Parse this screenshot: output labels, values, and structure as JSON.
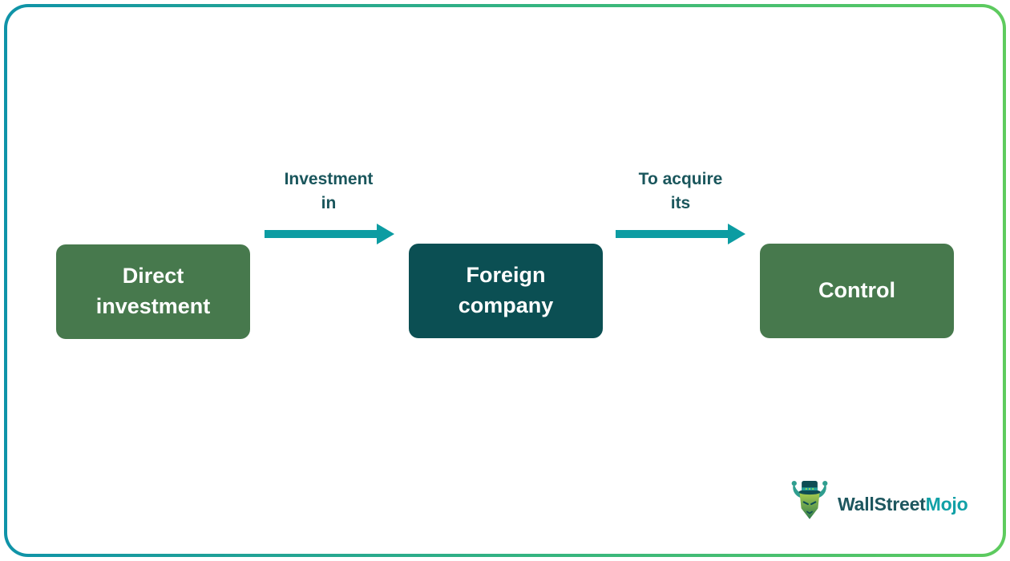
{
  "diagram": {
    "nodes": [
      {
        "id": "direct-investment",
        "label": "Direct investment",
        "fill": "#47794d"
      },
      {
        "id": "foreign-company",
        "label": "Foreign company",
        "fill": "#0b4f53"
      },
      {
        "id": "control",
        "label": "Control",
        "fill": "#47794d"
      }
    ],
    "arrows": [
      {
        "from": "direct-investment",
        "to": "foreign-company",
        "label": "Investment in"
      },
      {
        "from": "foreign-company",
        "to": "control",
        "label": "To acquire its"
      }
    ]
  },
  "branding": {
    "logo_icon": "bull-mascot-with-top-hat",
    "logo_text_primary": "WallStreet",
    "logo_text_accent": "Mojo"
  },
  "colors": {
    "green_box": "#47794d",
    "teal_box": "#0b4f53",
    "arrow": "#0c9ca2",
    "label_text": "#1a565c",
    "box_text": "#ffffff",
    "border_gradient_start": "#0f93a8",
    "border_gradient_mid": "#36b57f",
    "border_gradient_end": "#5ecb5e",
    "logo_primary": "#1d565e",
    "logo_accent": "#12a1a7"
  }
}
